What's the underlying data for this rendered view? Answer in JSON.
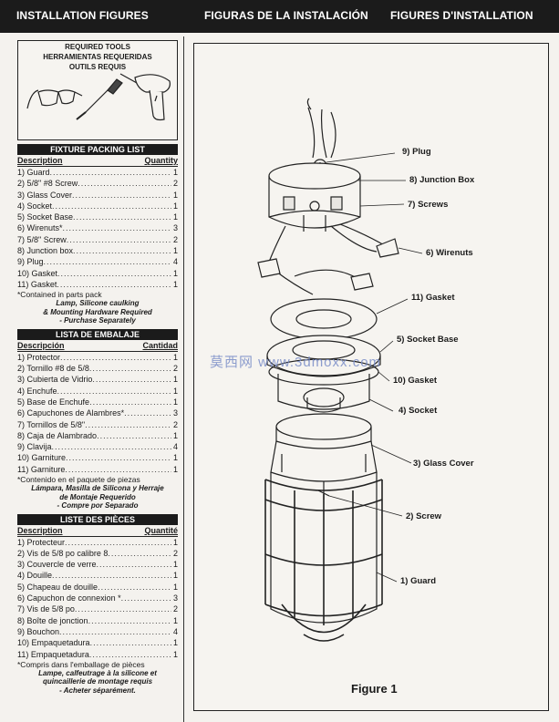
{
  "header": {
    "en": "INSTALLATION FIGURES",
    "es": "FIGURAS DE LA INSTALACIÓN",
    "fr": "FIGURES D'INSTALLATION"
  },
  "tools": {
    "title_en": "REQUIRED TOOLS",
    "title_es": "HERRAMIENTAS REQUERIDAS",
    "title_fr": "OUTILS REQUIS",
    "icons": [
      "safety-glasses-icon",
      "screwdriver-icon",
      "drill-icon"
    ]
  },
  "packing_en": {
    "header": "FIXTURE PACKING LIST",
    "col_desc": "Description",
    "col_qty": "Quantity",
    "items": [
      {
        "label": "1) Guard",
        "qty": "1"
      },
      {
        "label": "2) 5/8\" #8 Screw",
        "qty": "2"
      },
      {
        "label": "3) Glass Cover",
        "qty": "1"
      },
      {
        "label": "4) Socket",
        "qty": "1"
      },
      {
        "label": "5) Socket Base",
        "qty": "1"
      },
      {
        "label": "6) Wirenuts*",
        "qty": "3"
      },
      {
        "label": "7) 5/8\" Screw",
        "qty": "2"
      },
      {
        "label": "8) Junction box",
        "qty": "1"
      },
      {
        "label": "9) Plug",
        "qty": "4"
      },
      {
        "label": "10) Gasket",
        "qty": "1"
      },
      {
        "label": "11) Gasket",
        "qty": "1"
      }
    ],
    "note": "*Contained in parts pack",
    "sub1": "Lamp, Silicone caulking",
    "sub2": "& Mounting Hardware Required",
    "sub3": "- Purchase Separately"
  },
  "packing_es": {
    "header": "LISTA DE EMBALAJE",
    "col_desc": "Descripción",
    "col_qty": "Cantidad",
    "items": [
      {
        "label": "1) Protector",
        "qty": "1"
      },
      {
        "label": "2) Tornillo #8 de 5/8",
        "qty": "2"
      },
      {
        "label": "3) Cubierta de Vidrio",
        "qty": "1"
      },
      {
        "label": "4) Enchufe",
        "qty": "1"
      },
      {
        "label": "5) Base de Enchufe",
        "qty": "1"
      },
      {
        "label": "6) Capuchones de Alambres*",
        "qty": "3"
      },
      {
        "label": "7) Tornillos de 5/8\"",
        "qty": "2"
      },
      {
        "label": "8) Caja de Alambrado",
        "qty": "1"
      },
      {
        "label": "9) Clavija",
        "qty": "4"
      },
      {
        "label": "10) Garniture",
        "qty": "1"
      },
      {
        "label": "11) Garniture",
        "qty": "1"
      }
    ],
    "note": "*Contenido en el paquete de piezas",
    "sub1": "Lámpara, Masilla de Silicona y Herraje",
    "sub2": "de Montaje Requerido",
    "sub3": "- Compre por Separado"
  },
  "packing_fr": {
    "header": "LISTE DES PIÈCES",
    "col_desc": "Description",
    "col_qty": "Quantité",
    "items": [
      {
        "label": "1) Protecteur",
        "qty": "1"
      },
      {
        "label": "2) Vis de 5/8 po  calibre 8",
        "qty": "2"
      },
      {
        "label": "3) Couvercle de verre",
        "qty": "1"
      },
      {
        "label": "4) Douille",
        "qty": "1"
      },
      {
        "label": "5) Chapeau de douille",
        "qty": "1"
      },
      {
        "label": "6) Capuchon de connexion *",
        "qty": "3"
      },
      {
        "label": "7) Vis de 5/8 po",
        "qty": "2"
      },
      {
        "label": "8) Boîte de jonction",
        "qty": "1"
      },
      {
        "label": "9) Bouchon",
        "qty": "4"
      },
      {
        "label": "10) Empaquetadura",
        "qty": "1"
      },
      {
        "label": "11) Empaquetadura",
        "qty": "1"
      }
    ],
    "note": "*Compris dans l'emballage de pièces",
    "sub1": "Lampe, calfeutrage à la silicone et",
    "sub2": "quincaillerie de montage requis",
    "sub3": "- Acheter séparément."
  },
  "figure": {
    "caption": "Figure 1",
    "watermark": "莫西网 www.3dmoxx.com",
    "callouts": {
      "plug": "9)  Plug",
      "junction_box": "8)  Junction Box",
      "screws": "7)  Screws",
      "wirenuts": "6)  Wirenuts",
      "gasket11": "11)  Gasket",
      "socket_base": "5)  Socket Base",
      "gasket10": "10)  Gasket",
      "socket": "4)  Socket",
      "glass_cover": "3)  Glass Cover",
      "screw": "2)  Screw",
      "guard": "1)  Guard"
    }
  }
}
